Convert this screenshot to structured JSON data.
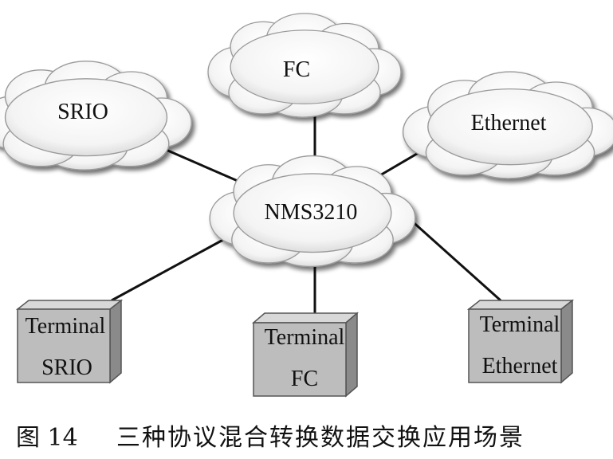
{
  "diagram": {
    "nodes": {
      "srio_cloud": "SRIO",
      "fc_cloud": "FC",
      "ethernet_cloud": "Ethernet",
      "hub": "NMS3210"
    },
    "terminals": {
      "srio": [
        "Terminal",
        "SRIO"
      ],
      "fc": [
        "Terminal",
        "FC"
      ],
      "ethernet": [
        "Terminal",
        "Ethernet"
      ]
    }
  },
  "caption": {
    "figure_number": "图 14",
    "title": "三种协议混合转换数据交换应用场景"
  }
}
